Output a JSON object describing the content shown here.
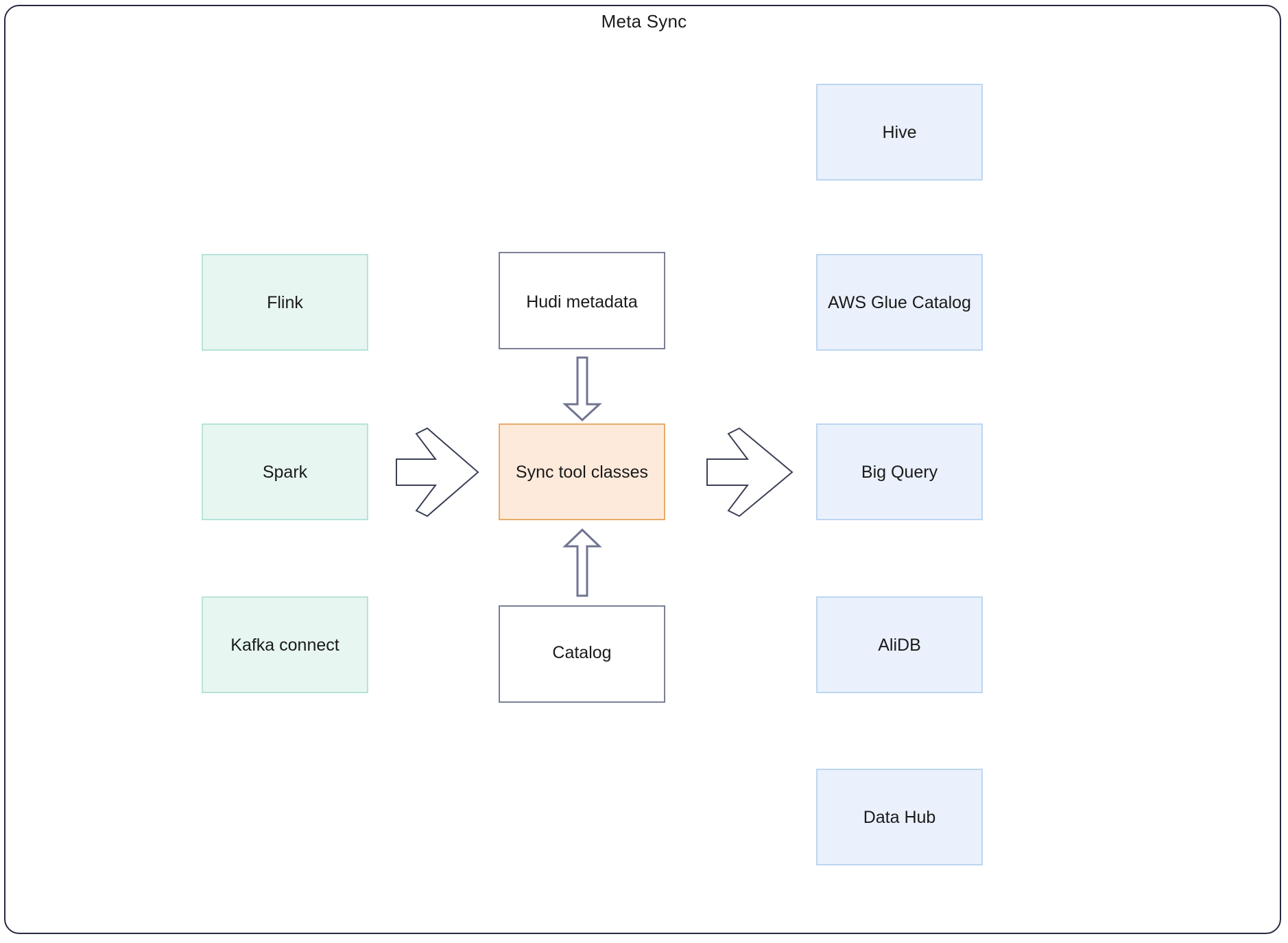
{
  "diagram": {
    "title": "Meta Sync",
    "frame_color": "#262a3e",
    "palette": {
      "source_fill": "#e7f6f1",
      "source_border": "#b7e3da",
      "sink_fill": "#eaf1fc",
      "sink_border": "#bcd6f2",
      "center_fill": "#fdeadb",
      "center_border": "#eaac69",
      "plain_fill": "#ffffff",
      "plain_border": "#7b7f96",
      "arrow_stroke": "#3a3f55",
      "text": "#1a1a1a"
    },
    "sources": [
      {
        "label": "Flink"
      },
      {
        "label": "Spark"
      },
      {
        "label": "Kafka connect"
      }
    ],
    "middle": [
      {
        "label": "Hudi metadata"
      },
      {
        "label": "Sync tool classes"
      },
      {
        "label": "Catalog"
      }
    ],
    "sinks": [
      {
        "label": "Hive"
      },
      {
        "label": "AWS Glue Catalog"
      },
      {
        "label": "Big Query"
      },
      {
        "label": "AliDB"
      },
      {
        "label": "Data Hub"
      }
    ],
    "connectors": [
      {
        "name": "sources-to-sync",
        "kind": "chevron-arrow",
        "direction": "right"
      },
      {
        "name": "sync-to-sinks",
        "kind": "chevron-arrow",
        "direction": "right"
      },
      {
        "name": "hudi-to-sync",
        "kind": "block-arrow",
        "direction": "down"
      },
      {
        "name": "catalog-to-sync",
        "kind": "block-arrow",
        "direction": "up"
      }
    ]
  }
}
